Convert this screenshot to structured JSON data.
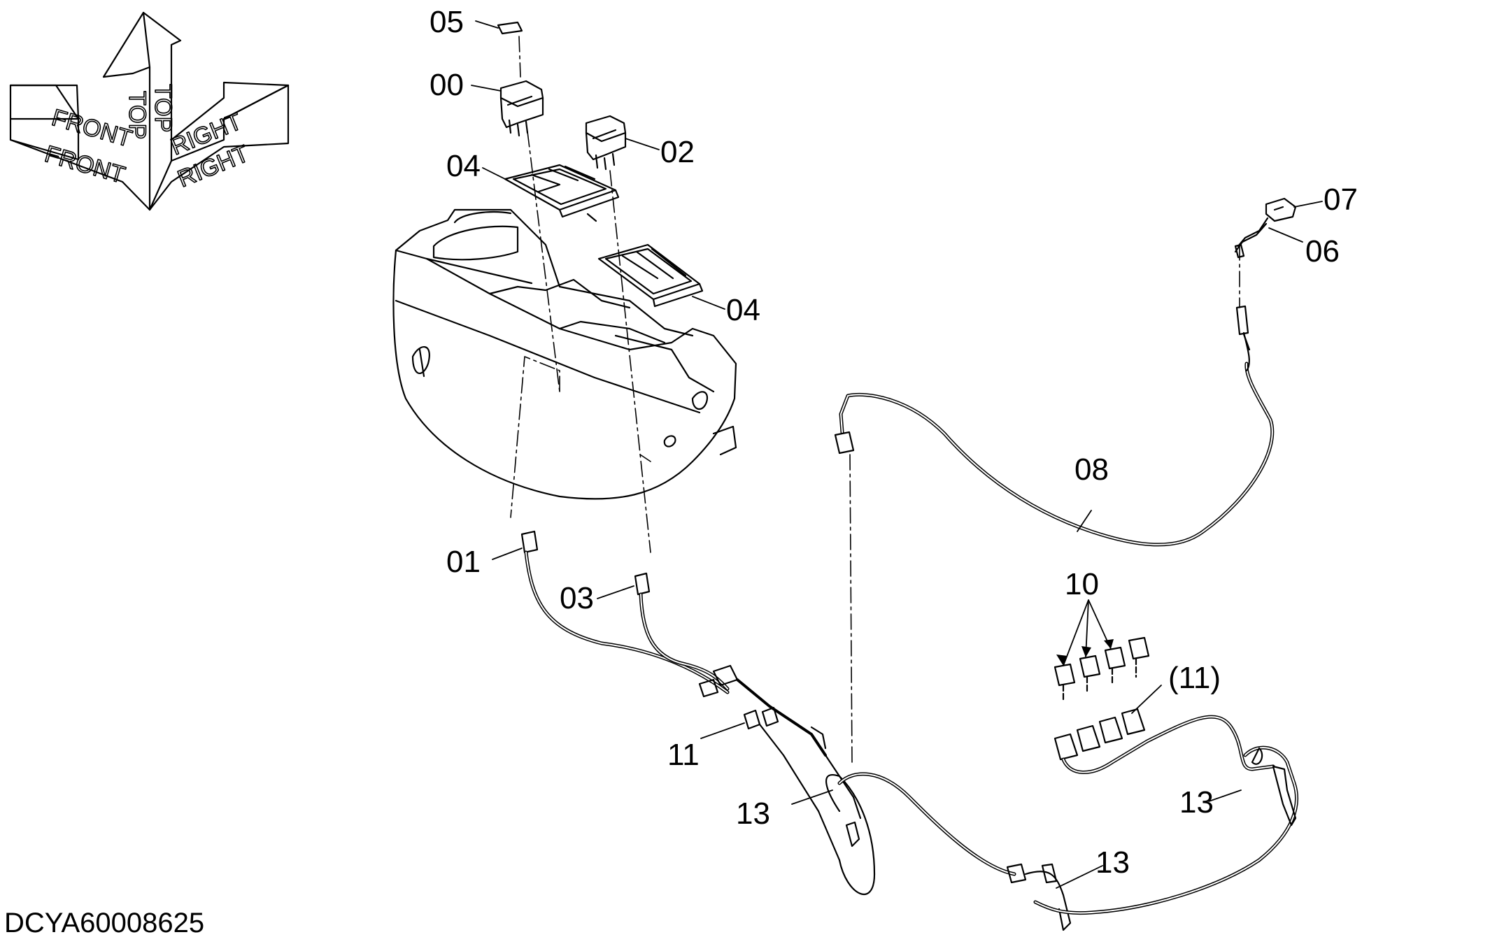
{
  "callouts": {
    "c05": "05",
    "c00": "00",
    "c02": "02",
    "c04a": "04",
    "c04b": "04",
    "c07": "07",
    "c06": "06",
    "c08": "08",
    "c01": "01",
    "c03": "03",
    "c10": "10",
    "c11p": "(11)",
    "c11": "11",
    "c13a": "13",
    "c13b": "13",
    "c13c": "13"
  },
  "compass": {
    "front": "FRONT",
    "top": "TOP",
    "right": "RIGHT"
  },
  "drawing_id": "DCYA60008625"
}
